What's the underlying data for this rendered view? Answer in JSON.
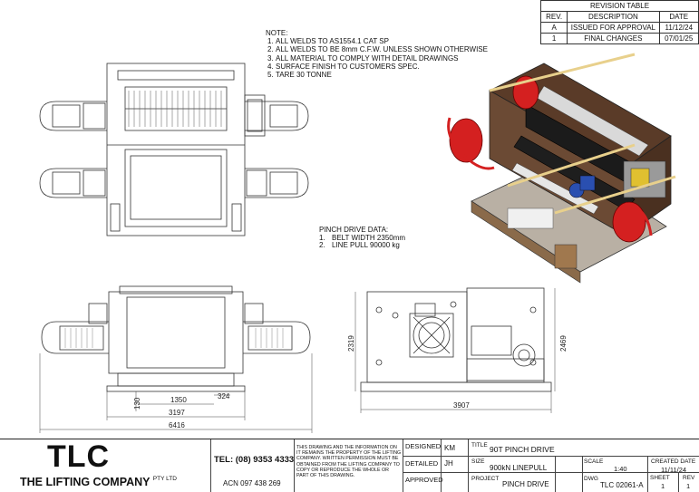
{
  "notes": {
    "heading": "NOTE:",
    "items": [
      {
        "num": "1.",
        "text": "ALL WELDS TO AS1554.1 CAT SP"
      },
      {
        "num": "2.",
        "text": "ALL WELDS TO BE 8mm C.F.W. UNLESS SHOWN OTHERWISE"
      },
      {
        "num": "3.",
        "text": "ALL MATERIAL TO COMPLY WITH DETAIL DRAWINGS"
      },
      {
        "num": "4.",
        "text": "SURFACE FINISH TO CUSTOMERS SPEC."
      },
      {
        "num": "5.",
        "text": "TARE 30 TONNE"
      }
    ]
  },
  "pinch_drive": {
    "heading": "PINCH DRIVE DATA:",
    "items": [
      {
        "num": "1.",
        "text": "BELT WIDTH 2350mm"
      },
      {
        "num": "2.",
        "text": "LINE PULL 90000 kg"
      }
    ]
  },
  "revision_table": {
    "title": "REVISION TABLE",
    "headers": [
      "REV.",
      "DESCRIPTION",
      "DATE"
    ],
    "rows": [
      [
        "A",
        "ISSUED FOR APPROVAL",
        "11/12/24"
      ],
      [
        "1",
        "FINAL CHANGES",
        "07/01/25"
      ]
    ]
  },
  "dimensions": {
    "front_1350": "1350",
    "front_324": "324",
    "front_130": "130",
    "front_3197": "3197",
    "front_6416": "6416",
    "side_2319": "2319",
    "side_2469": "2469",
    "side_3907": "3907"
  },
  "title_block": {
    "logo": "TLC",
    "company": "THE LIFTING COMPANY",
    "pty": "PTY LTD",
    "tel": "TEL: (08) 9353 4333",
    "acn": "ACN 097 438 269",
    "disclaimer": "THIS DRAWING AND THE INFORMATION ON IT REMAINS THE PROPERTY OF THE LIFTING COMPANY. WRITTEN PERMISSION MUST BE OBTAINED FROM THE LIFTING COMPANY TO COPY OR REPRODUCE THE WHOLE OR PART OF THIS DRAWING.",
    "designed_label": "DESIGNED",
    "designed_by": "KM",
    "detailed_label": "DETAILED",
    "detailed_by": "JH",
    "approved_label": "APPROVED",
    "title_label": "TITLE",
    "title": "90T PINCH DRIVE",
    "size_label": "SIZE",
    "size": "900kN LINEPULL",
    "project_label": "PROJECT",
    "project": "PINCH DRIVE",
    "scale_label": "SCALE",
    "scale": "1:40",
    "dwg_label": "DWG",
    "dwg": "TLC 02061-A",
    "created_label": "CREATED DATE",
    "created": "11/11/24",
    "sheet_label": "SHEET",
    "sheet": "1",
    "rev_label": "REV",
    "rev": "1"
  }
}
